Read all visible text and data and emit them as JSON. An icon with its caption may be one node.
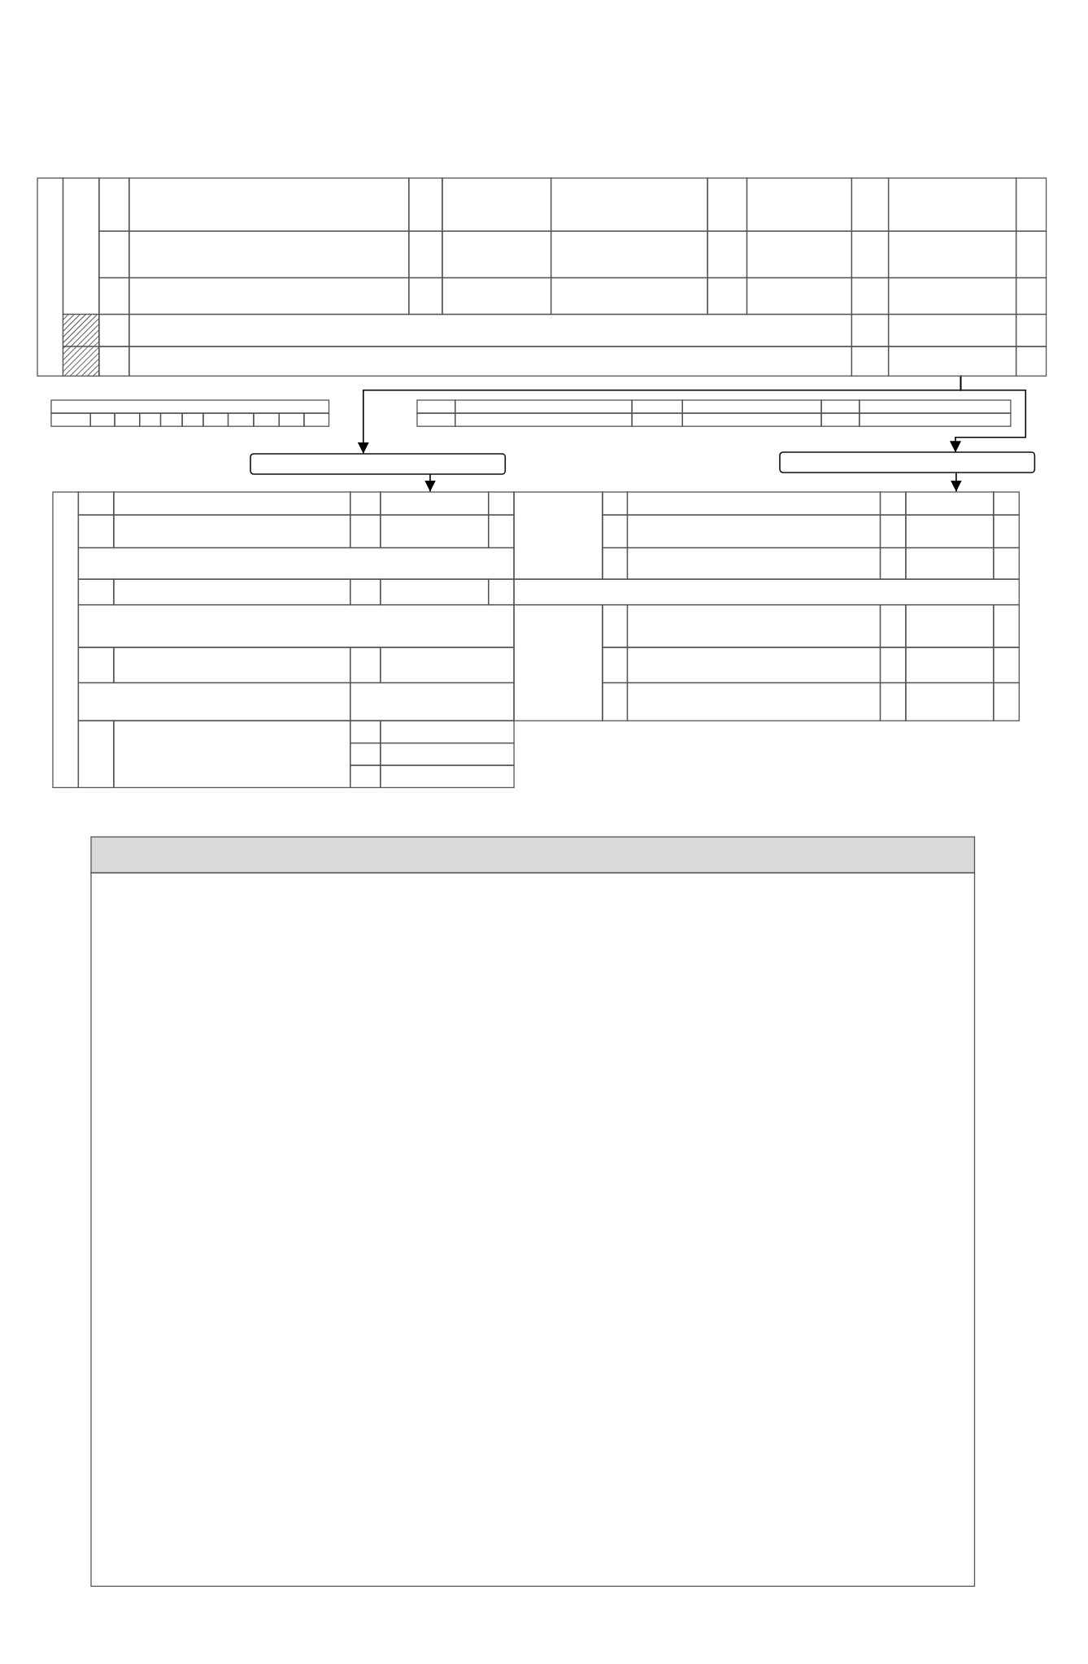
{
  "diagram": {
    "nodes": [
      {
        "text": [],
        "shape": "box"
      },
      {
        "text": [],
        "shape": "box"
      },
      {
        "text": [],
        "shape": "box"
      },
      {
        "text": [],
        "shape": "box"
      },
      {
        "text": [],
        "shape": "box"
      },
      {
        "text": [],
        "shape": "box"
      },
      {
        "text": [],
        "shape": "box"
      }
    ],
    "edges": [
      {
        "from": 0,
        "to": 3,
        "arrow": "to"
      },
      {
        "from": 0,
        "to": 4,
        "arrow": "to"
      },
      {
        "from": 3,
        "to": 5,
        "arrow": "to"
      },
      {
        "from": 4,
        "to": 5,
        "arrow": "to"
      }
    ]
  }
}
